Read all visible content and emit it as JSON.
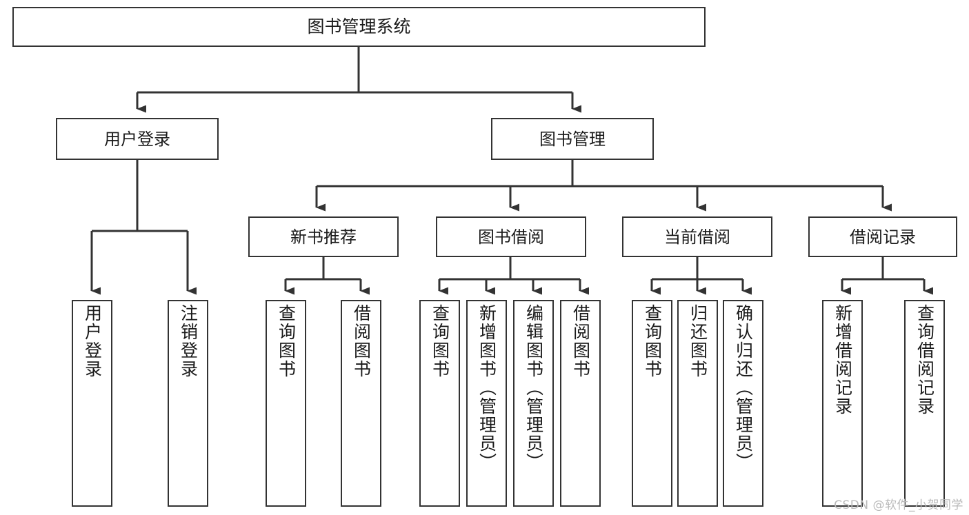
{
  "diagram": {
    "title": "图书管理系统",
    "type": "tree-structure-chart",
    "colors": {
      "background": "#ffffff",
      "box_border": "#333333",
      "box_fill": "#ffffff",
      "connector": "#333333",
      "text": "#1a1a1a",
      "watermark": "#b9b9b9"
    }
  },
  "root": {
    "label": "图书管理系统"
  },
  "level2": [
    {
      "label": "用户登录"
    },
    {
      "label": "图书管理"
    }
  ],
  "level3": [
    {
      "label": "新书推荐"
    },
    {
      "label": "图书借阅"
    },
    {
      "label": "当前借阅"
    },
    {
      "label": "借阅记录"
    }
  ],
  "leaves": {
    "user_login": [
      {
        "label": "用户登录"
      },
      {
        "label": "注销登录"
      }
    ],
    "new_book_recommend": [
      {
        "label": "查询图书"
      },
      {
        "label": "借阅图书"
      }
    ],
    "book_borrow": [
      {
        "label": "查询图书"
      },
      {
        "label": "新增图书（管理员）"
      },
      {
        "label": "编辑图书（管理员）"
      },
      {
        "label": "借阅图书"
      }
    ],
    "current_borrow": [
      {
        "label": "查询图书"
      },
      {
        "label": "归还图书"
      },
      {
        "label": "确认归还（管理员）"
      }
    ],
    "borrow_record": [
      {
        "label": "新增借阅记录"
      },
      {
        "label": "查询借阅记录"
      }
    ]
  },
  "watermark": {
    "text": "CSDN @软件_小贺同学"
  }
}
